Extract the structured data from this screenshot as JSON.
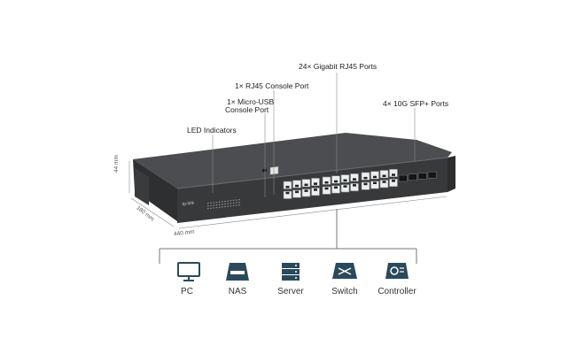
{
  "callouts": {
    "led": "LED Indicators",
    "micro_usb_line1": "1× Micro-USB",
    "micro_usb_line2": "Console Port",
    "rj45_console": "1× RJ45 Console Port",
    "gigabit": "24× Gigabit RJ45 Ports",
    "sfp": "4× 10G SFP+ Ports"
  },
  "dimensions": {
    "height": "44 mm",
    "depth": "180 mm",
    "width": "440 mm"
  },
  "brand": "tp-link",
  "devices": [
    {
      "label": "PC",
      "icon": "pc-icon"
    },
    {
      "label": "NAS",
      "icon": "nas-icon"
    },
    {
      "label": "Server",
      "icon": "server-icon"
    },
    {
      "label": "Switch",
      "icon": "switch-icon"
    },
    {
      "label": "Controller",
      "icon": "controller-icon"
    }
  ],
  "colors": {
    "accent": "#2a4a5c",
    "chassis": "#3a3b3d",
    "chassis_top": "#4a4c4f"
  }
}
